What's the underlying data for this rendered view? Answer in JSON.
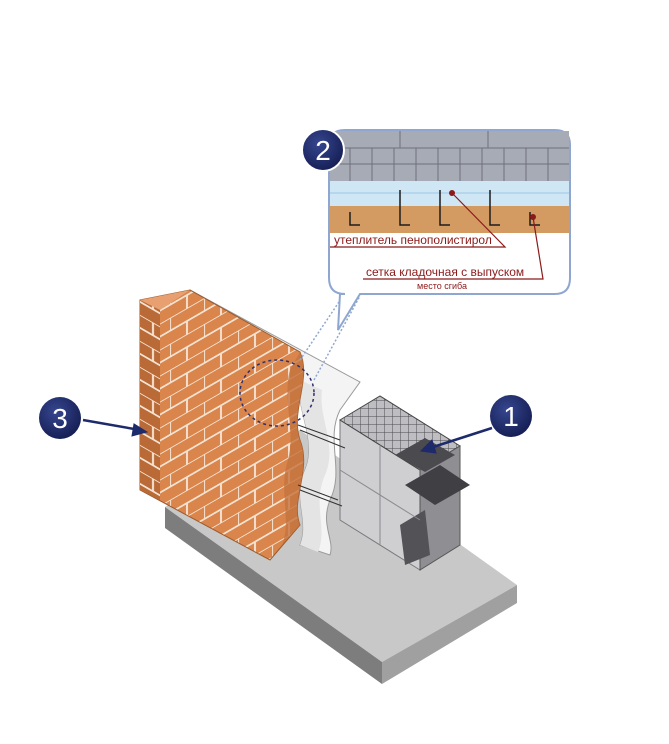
{
  "markers": [
    {
      "id": "1",
      "number": "1"
    },
    {
      "id": "2",
      "number": "2"
    },
    {
      "id": "3",
      "number": "3"
    }
  ],
  "callout": {
    "insulation_label": "утеплитель пенополистирол",
    "mesh_label": "сетка кладочная с выпуском",
    "bend_label": "место сгиба"
  },
  "colors": {
    "marker_fill": "#1d2a6b",
    "brick": "#d9854c",
    "brick_dark": "#b96a37",
    "mortar": "#f4e3d2",
    "block_light": "#d3d3d6",
    "block_dark": "#5a5a5f",
    "insulation": "#f2f2f2",
    "foundation": "#b9b9b9",
    "leader_red": "#8b1a1a",
    "callout_blue": "#cfe6f5",
    "callout_gray": "#a7abb6"
  }
}
